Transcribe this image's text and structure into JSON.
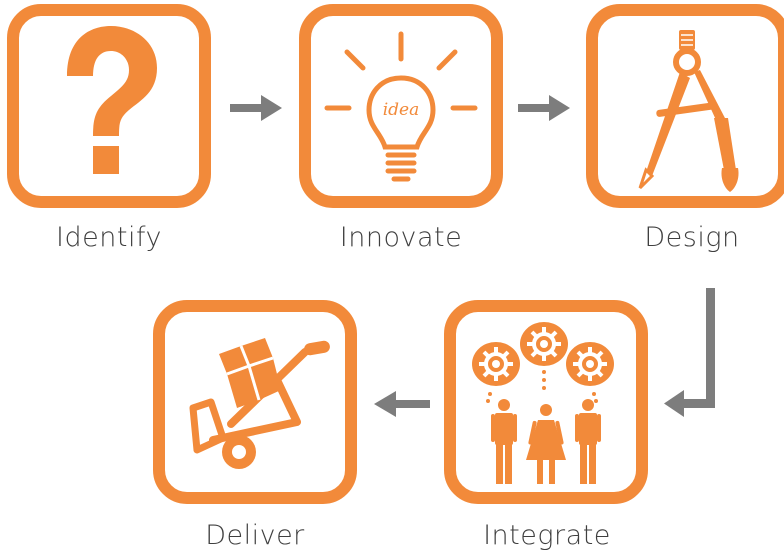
{
  "colors": {
    "accent": "#f28a3a",
    "arrow": "#7d7d7d",
    "text": "#3f3f3f",
    "background": "#ffffff"
  },
  "steps": [
    {
      "label": "Identify",
      "icon": "question-mark-icon"
    },
    {
      "label": "Innovate",
      "icon": "idea-lightbulb-icon"
    },
    {
      "label": "Design",
      "icon": "compass-pencil-brush-icon"
    },
    {
      "label": "Integrate",
      "icon": "people-gears-icon"
    },
    {
      "label": "Deliver",
      "icon": "hand-truck-box-icon"
    }
  ],
  "innovate_bulb_text": "idea",
  "flow": [
    {
      "from": "Identify",
      "to": "Innovate",
      "direction": "right"
    },
    {
      "from": "Innovate",
      "to": "Design",
      "direction": "right"
    },
    {
      "from": "Design",
      "to": "Integrate",
      "direction": "down-left"
    },
    {
      "from": "Integrate",
      "to": "Deliver",
      "direction": "left"
    }
  ]
}
